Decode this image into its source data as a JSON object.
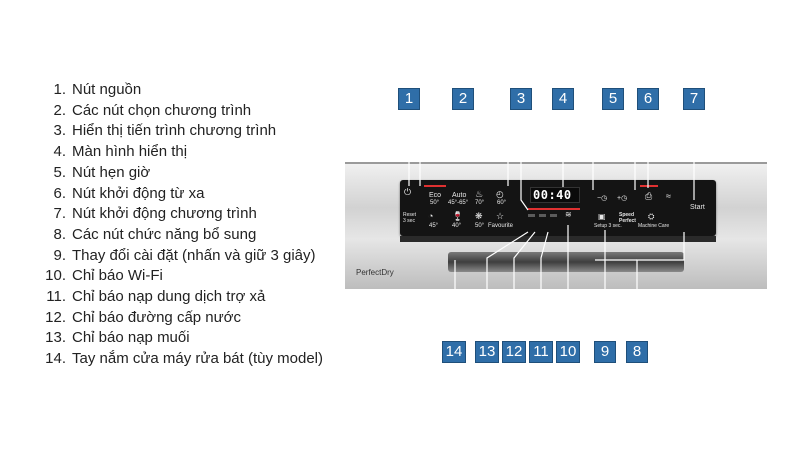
{
  "legend": [
    {
      "n": "1.",
      "t": "Nút nguồn"
    },
    {
      "n": "2.",
      "t": "Các nút chọn chương trình"
    },
    {
      "n": "3.",
      "t": "Hiển thị tiến trình chương trình"
    },
    {
      "n": "4.",
      "t": "Màn hình hiển thị"
    },
    {
      "n": "5.",
      "t": "Nút hẹn giờ"
    },
    {
      "n": "6.",
      "t": "Nút khởi động từ xa"
    },
    {
      "n": "7.",
      "t": "Nút khởi động chương trình"
    },
    {
      "n": "8.",
      "t": "Các nút chức năng bổ sung"
    },
    {
      "n": "9.",
      "t": "Thay đổi cài đặt (nhấn và giữ 3 giây)"
    },
    {
      "n": "10.",
      "t": "Chỉ báo Wi-Fi"
    },
    {
      "n": "11.",
      "t": "Chỉ báo nạp dung dịch trợ xả"
    },
    {
      "n": "12.",
      "t": "Chỉ báo đường cấp nước"
    },
    {
      "n": "13.",
      "t": "Chỉ báo nạp muối"
    },
    {
      "n": "14.",
      "t": "Tay nắm cửa máy rửa bát (tùy model)"
    }
  ],
  "badges": [
    "1",
    "2",
    "3",
    "4",
    "5",
    "6",
    "7",
    "14",
    "13",
    "12",
    "11",
    "10",
    "9",
    "8"
  ],
  "panel": {
    "power_label": "Reset 3 sec",
    "eco": "Eco",
    "eco_temp": "50°",
    "auto": "Auto",
    "auto_temp": "45°-65°",
    "p3_temp": "70°",
    "p4_temp": "60°",
    "p5_temp": "45°",
    "p6_temp": "40°",
    "p7_temp": "50°",
    "favourite": "Favourite",
    "display_value": "00:40",
    "timer_minus": "−◷",
    "timer_plus": "+◷",
    "start": "Start",
    "setup_label": "Setup 3 sec.",
    "speed_perfect": "Speed Perfect",
    "machine_care": "Machine Care",
    "brand": "PerfectDry"
  },
  "colors": {
    "badge": "#2f6ea8",
    "accent_red": "#e03131",
    "panel": "#141414"
  }
}
